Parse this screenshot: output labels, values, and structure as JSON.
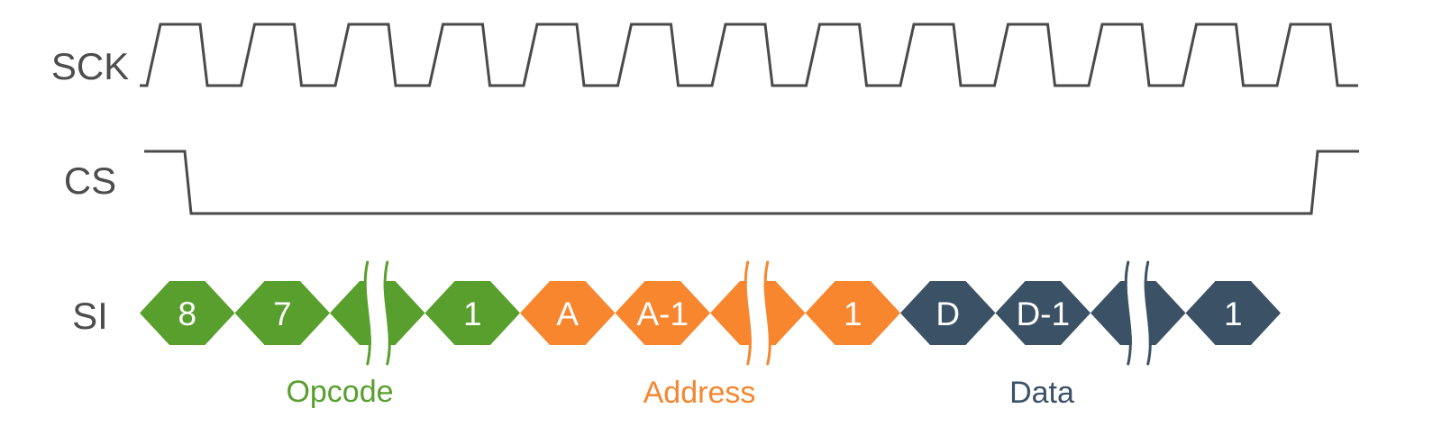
{
  "colors": {
    "waveform_line": "#4a4a4a",
    "signal_label": "#4d4d4d",
    "opcode": "#589f2e",
    "address": "#f7862f",
    "data": "#3b5266",
    "bit_text": "#ffffff",
    "break_gap": "#ffffff"
  },
  "signals": {
    "sck": {
      "label": "SCK",
      "pulse_count": 13
    },
    "cs": {
      "label": "CS"
    },
    "si": {
      "label": "SI"
    }
  },
  "si_bits": [
    {
      "label": "8",
      "group": "opcode",
      "is_break": false
    },
    {
      "label": "7",
      "group": "opcode",
      "is_break": false
    },
    {
      "label": "",
      "group": "opcode",
      "is_break": true
    },
    {
      "label": "1",
      "group": "opcode",
      "is_break": false
    },
    {
      "label": "A",
      "group": "address",
      "is_break": false
    },
    {
      "label": "A-1",
      "group": "address",
      "is_break": false
    },
    {
      "label": "",
      "group": "address",
      "is_break": true
    },
    {
      "label": "1",
      "group": "address",
      "is_break": false
    },
    {
      "label": "D",
      "group": "data",
      "is_break": false
    },
    {
      "label": "D-1",
      "group": "data",
      "is_break": false
    },
    {
      "label": "",
      "group": "data",
      "is_break": true
    },
    {
      "label": "1",
      "group": "data",
      "is_break": false
    }
  ],
  "groups": [
    {
      "key": "opcode",
      "label": "Opcode"
    },
    {
      "key": "address",
      "label": "Address"
    },
    {
      "key": "data",
      "label": "Data"
    }
  ]
}
